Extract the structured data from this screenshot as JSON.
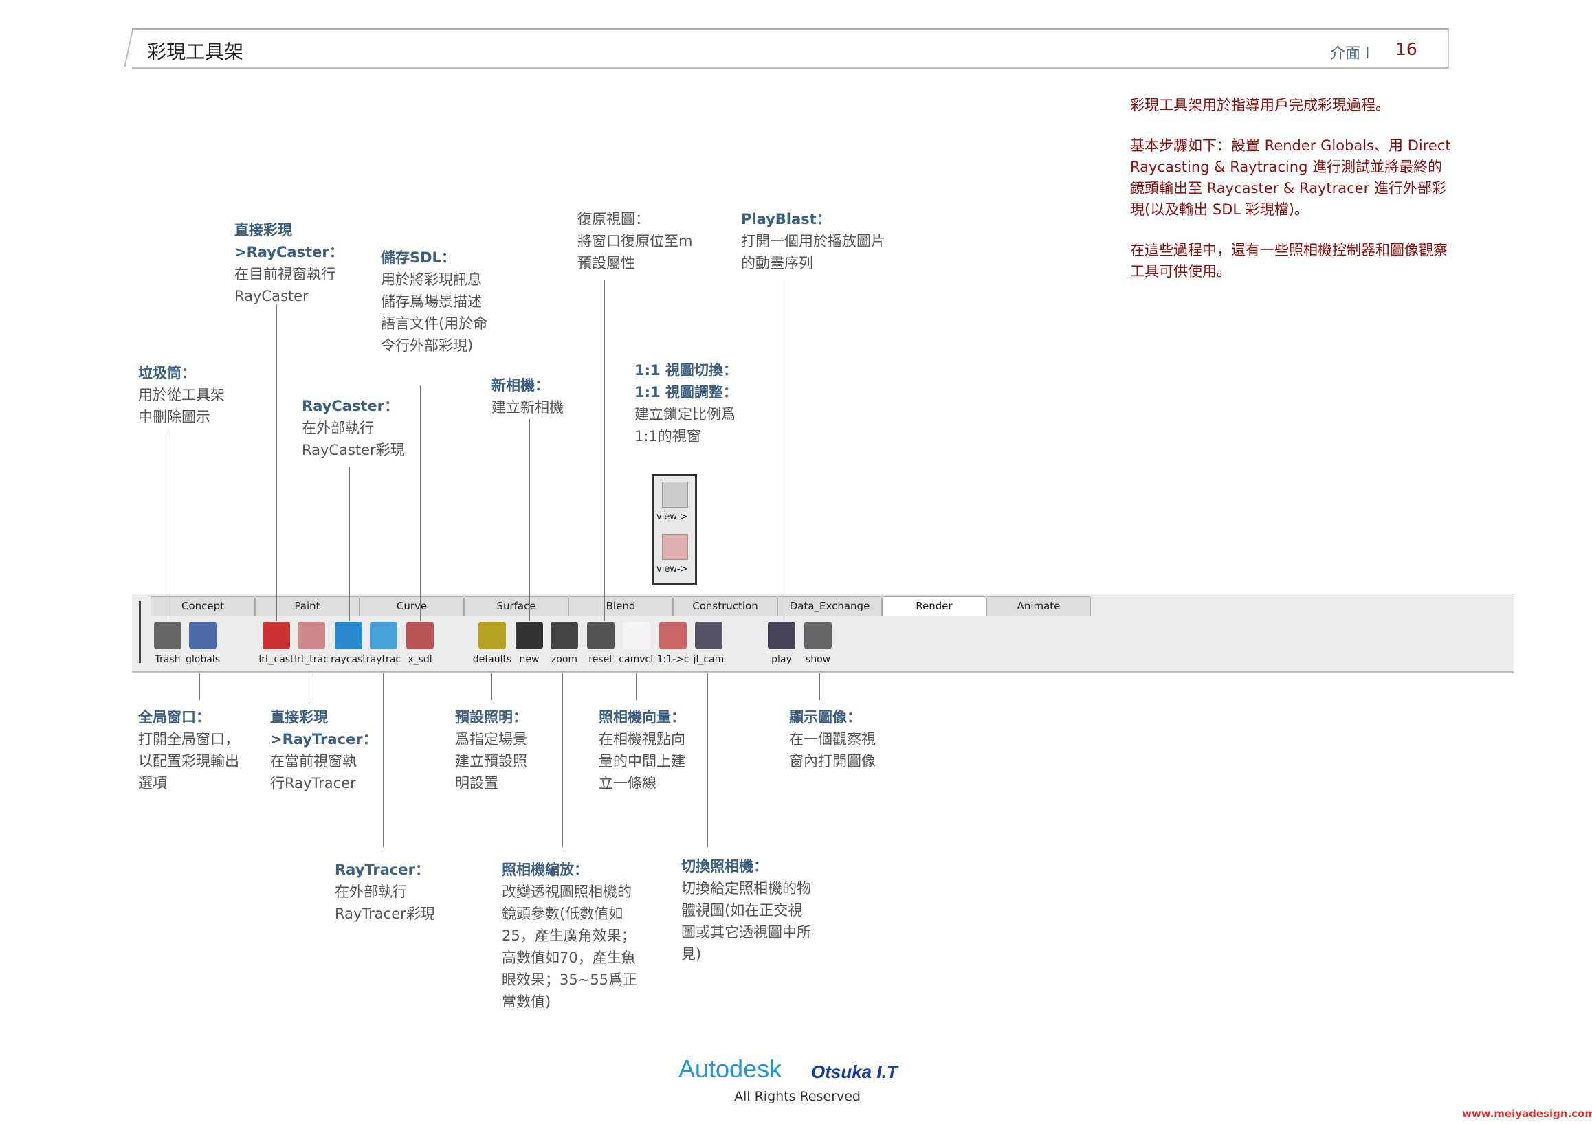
{
  "header": {
    "title": "彩現工具架",
    "section": "介面 I",
    "page": "16"
  },
  "intro": [
    "彩現工具架用於指導用戶完成彩現過程。",
    "基本步驟如下：設置 Render Globals、用 Direct Raycasting & Raytracing 進行測試並將最終的鏡頭輸出至 Raycaster & Raytracer 進行外部彩現(以及輸出 SDL 彩現檔)。",
    "在這些過程中，還有一些照相機控制器和圖像觀察工具可供使用。"
  ],
  "tabs": [
    "Concept",
    "Paint",
    "Curve",
    "Surface",
    "Blend",
    "Construction",
    "Data_Exchange",
    "Render",
    "Animate"
  ],
  "active_tab": "Render",
  "icons": [
    {
      "label": "Trash",
      "name": "trash"
    },
    {
      "label": "globals",
      "name": "globals"
    },
    {
      "label": "lrt_cast",
      "name": "lrt-cast"
    },
    {
      "label": "lrt_trac",
      "name": "lrt-trac"
    },
    {
      "label": "raycast",
      "name": "raycast"
    },
    {
      "label": "raytrac",
      "name": "raytrac"
    },
    {
      "label": "x_sdl",
      "name": "x-sdl"
    },
    {
      "label": "defaults",
      "name": "defaults"
    },
    {
      "label": "new",
      "name": "new-camera"
    },
    {
      "label": "zoom",
      "name": "zoom-camera"
    },
    {
      "label": "reset",
      "name": "reset"
    },
    {
      "label": "camvct",
      "name": "camvct"
    },
    {
      "label": "1:1->c",
      "name": "one-to-one"
    },
    {
      "label": "jl_cam",
      "name": "jl-cam"
    },
    {
      "label": "play",
      "name": "play"
    },
    {
      "label": "show",
      "name": "show"
    }
  ],
  "popup": {
    "label1": "view->",
    "label2": "view->"
  },
  "annotations": [
    {
      "id": "direct-raycaster",
      "lines": [
        [
          "直接彩現",
          1
        ],
        [
          ">RayCaster：",
          1
        ],
        [
          "在目前視窗執行",
          0
        ],
        [
          "RayCaster",
          0
        ]
      ]
    },
    {
      "id": "save-sdl",
      "lines": [
        [
          "儲存SDL：",
          1
        ],
        [
          "用於將彩現訊息",
          0
        ],
        [
          "儲存爲場景描述",
          0
        ],
        [
          "語言文件(用於命",
          0
        ],
        [
          "令行外部彩現)",
          0
        ]
      ]
    },
    {
      "id": "reset-view",
      "lines": [
        [
          "復原視圖：",
          0
        ],
        [
          "將窗口復原位至m",
          0
        ],
        [
          "預設屬性",
          0
        ]
      ]
    },
    {
      "id": "playblast",
      "lines": [
        [
          "PlayBlast：",
          1
        ],
        [
          "打開一個用於播放圖片",
          0
        ],
        [
          "的動畫序列",
          0
        ]
      ]
    },
    {
      "id": "trash",
      "lines": [
        [
          "垃圾筒：",
          1
        ],
        [
          "用於從工具架",
          0
        ],
        [
          "中刪除圖示",
          0
        ]
      ]
    },
    {
      "id": "raycaster",
      "lines": [
        [
          "RayCaster：",
          1
        ],
        [
          "在外部執行",
          0
        ],
        [
          "RayCaster彩現",
          0
        ]
      ]
    },
    {
      "id": "new-camera",
      "lines": [
        [
          "新相機：",
          1
        ],
        [
          "建立新相機",
          0
        ]
      ]
    },
    {
      "id": "one-to-one",
      "lines": [
        [
          "1:1  視圖切換：",
          1
        ],
        [
          "1:1  視圖調整：",
          1
        ],
        [
          "建立鎖定比例爲",
          0
        ],
        [
          "1:1的視窗",
          0
        ]
      ]
    },
    {
      "id": "globals",
      "lines": [
        [
          "全局窗口：",
          1
        ],
        [
          "打開全局窗口，",
          0
        ],
        [
          "以配置彩現輸出",
          0
        ],
        [
          "選項",
          0
        ]
      ]
    },
    {
      "id": "direct-raytracer",
      "lines": [
        [
          "直接彩現",
          1
        ],
        [
          ">RayTracer：",
          1
        ],
        [
          "在當前視窗執",
          0
        ],
        [
          "行RayTracer",
          0
        ]
      ]
    },
    {
      "id": "default-light",
      "lines": [
        [
          "預設照明：",
          1
        ],
        [
          "爲指定場景",
          0
        ],
        [
          "建立預設照",
          0
        ],
        [
          "明設置",
          0
        ]
      ]
    },
    {
      "id": "camera-vector",
      "lines": [
        [
          "照相機向量：",
          1
        ],
        [
          "在相機視點向",
          0
        ],
        [
          "量的中間上建",
          0
        ],
        [
          "立一條線",
          0
        ]
      ]
    },
    {
      "id": "show-image",
      "lines": [
        [
          "顯示圖像：",
          1
        ],
        [
          "在一個觀察視",
          0
        ],
        [
          "窗內打開圖像",
          0
        ]
      ]
    },
    {
      "id": "raytracer",
      "lines": [
        [
          "RayTracer：",
          1
        ],
        [
          "在外部執行",
          0
        ],
        [
          "RayTracer彩現",
          0
        ]
      ]
    },
    {
      "id": "camera-zoom",
      "lines": [
        [
          "照相機縮放：",
          1
        ],
        [
          "改變透視圖照相機的",
          0
        ],
        [
          "鏡頭參數(低數值如",
          0
        ],
        [
          "25，產生廣角效果；",
          0
        ],
        [
          "高數值如70，產生魚",
          0
        ],
        [
          "眼效果；35~55爲正",
          0
        ],
        [
          "常數值)",
          0
        ]
      ]
    },
    {
      "id": "switch-camera",
      "lines": [
        [
          "切換照相機：",
          1
        ],
        [
          "切換給定照相機的物",
          0
        ],
        [
          "體視圖(如在正交視",
          0
        ],
        [
          "圖或其它透視圖中所",
          0
        ],
        [
          "見)",
          0
        ]
      ]
    }
  ],
  "footer": {
    "logo": "Autodesk",
    "logo2": "Otsuka I.T",
    "rights": "All Rights Reserved",
    "watermark": "www.meiyadesign.com"
  }
}
